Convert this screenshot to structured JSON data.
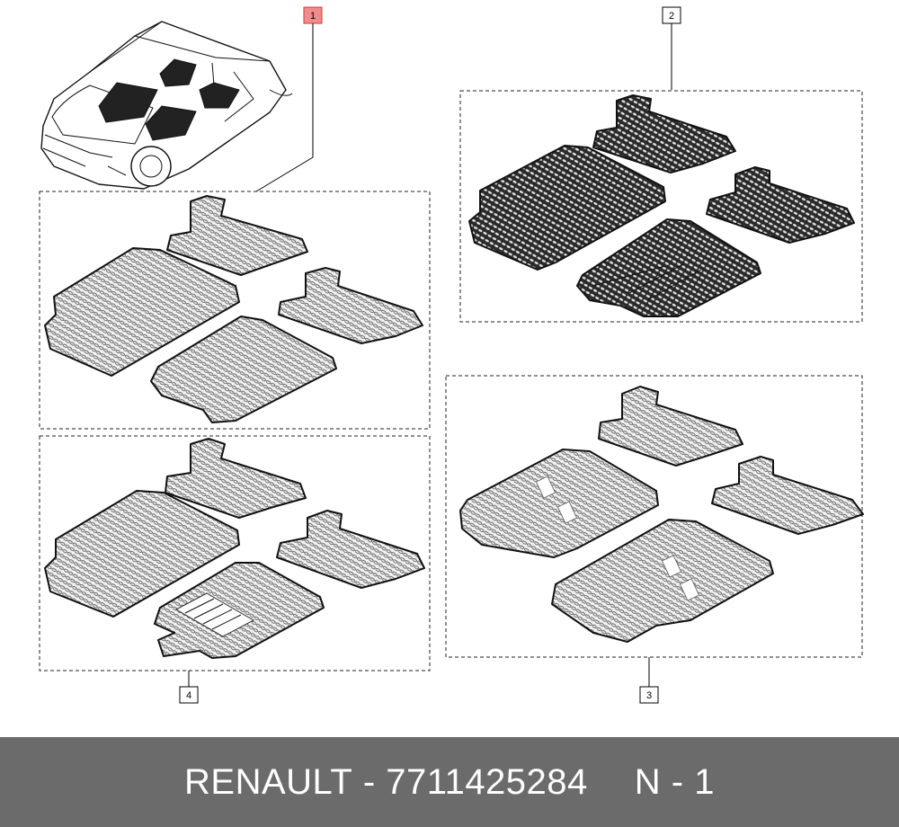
{
  "callouts": {
    "c1": "1",
    "c2": "2",
    "c3": "3",
    "c4": "4"
  },
  "footer": {
    "brand": "RENAULT",
    "separator": " - ",
    "part_number": "7711425284",
    "quantity": "N - 1"
  },
  "colors": {
    "highlight_callout": "#f28b8b",
    "footer_bg": "#6b6b6b",
    "footer_text": "#ffffff"
  }
}
